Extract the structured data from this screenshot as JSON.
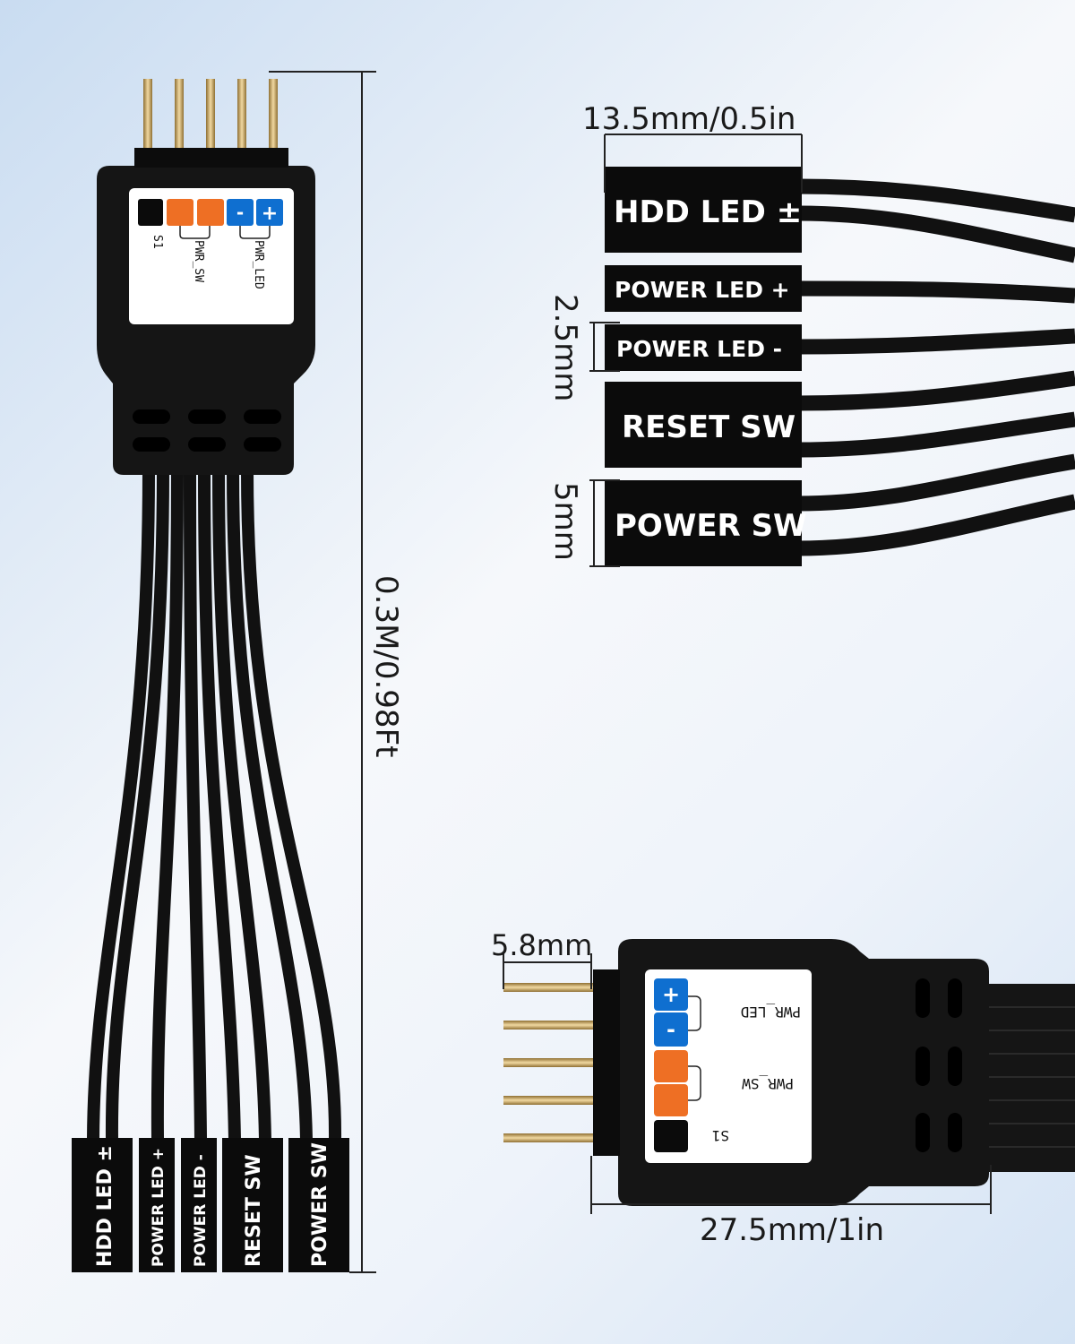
{
  "dimensions": {
    "cable_length": "0.3M/0.98Ft",
    "header_width": "13.5mm/0.5in",
    "pitch": "2.5mm",
    "housing_height": "5mm",
    "pin_length": "5.8mm",
    "connector_length": "27.5mm/1in"
  },
  "connector_pins": {
    "s1": "S1",
    "pwr_sw": "PWR_SW",
    "pwr_led": "PWR_LED",
    "minus": "-",
    "plus": "+"
  },
  "headers": [
    {
      "label": "HDD LED ±"
    },
    {
      "label": "POWER LED +"
    },
    {
      "label": "POWER LED -"
    },
    {
      "label": "RESET SW"
    },
    {
      "label": "POWER SW"
    }
  ],
  "colors": {
    "black": "#0b0b0b",
    "orange": "#ee6f24",
    "blue": "#0f6fd0",
    "gold": "#c9a45a"
  }
}
